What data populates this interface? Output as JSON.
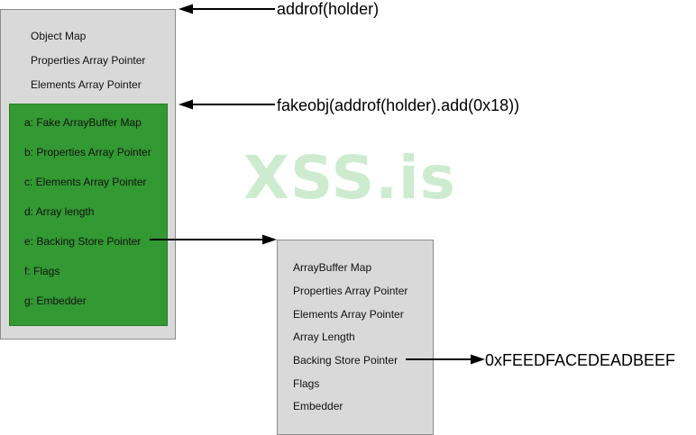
{
  "colors": {
    "box_fill": "#d9d9d9",
    "fake_object_fill": "#339933",
    "watermark": "#cdeccf",
    "arrow": "#000000"
  },
  "holder_object": {
    "fields": [
      "Object Map",
      "Properties Array Pointer",
      "Elements Array Pointer"
    ]
  },
  "fake_object": {
    "fields": [
      "a: Fake ArrayBuffer Map",
      "b: Properties Array Pointer",
      "c: Elements Array Pointer",
      "d: Array length",
      "e: Backing Store Pointer",
      "f: Flags",
      "g: Embedder"
    ]
  },
  "array_buffer": {
    "fields": [
      "ArrayBuffer Map",
      "Properties Array Pointer",
      "Elements Array Pointer",
      "Array Length",
      "Backing Store Pointer",
      "Flags",
      "Embedder"
    ]
  },
  "annotations": {
    "addrof": "addrof(holder)",
    "fakeobj": "fakeobj(addrof(holder).add(0x18))",
    "backing_store_value": "0xFEEDFACEDEADBEEF"
  },
  "watermark": "XSS.is"
}
